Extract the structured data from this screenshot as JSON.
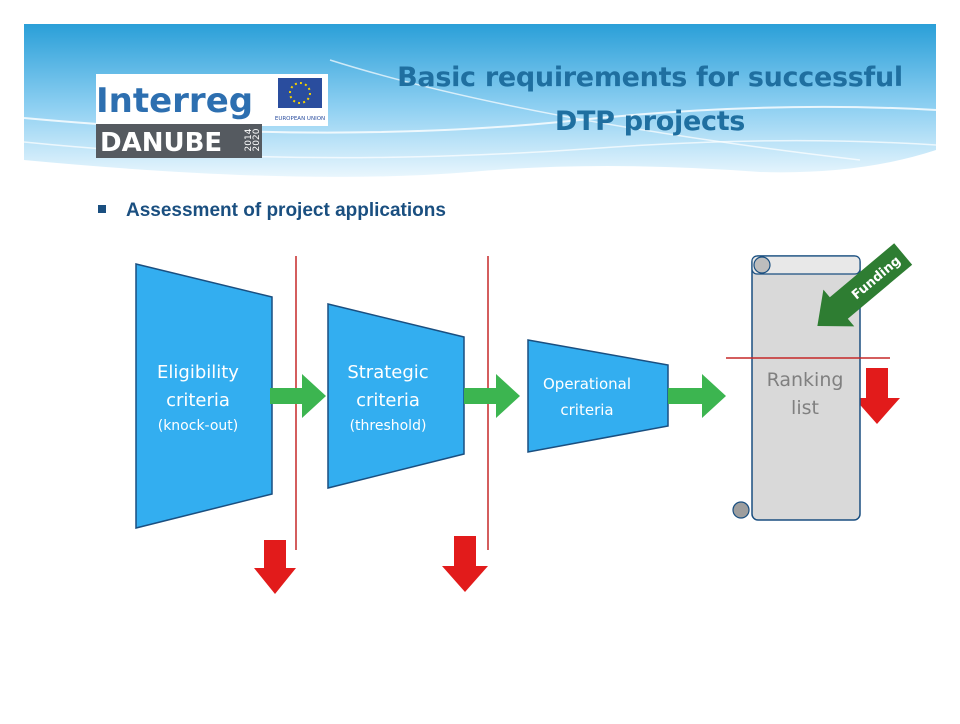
{
  "title_line1": "Basic requirements for successful",
  "title_line2": "DTP projects",
  "bullet": "Assessment of project applications",
  "logo": {
    "brand": "Interreg",
    "program": "DANUBE",
    "year_top": "2014",
    "year_bottom": "2020",
    "eu_label": "EUROPEAN UNION"
  },
  "stages": [
    {
      "line1": "Eligibility",
      "line2": "criteria",
      "line3": "(knock-out)"
    },
    {
      "line1": "Strategic",
      "line2": "criteria",
      "line3": "(threshold)"
    },
    {
      "line1": "Operational",
      "line2": "criteria"
    }
  ],
  "ranking": {
    "line1": "Ranking",
    "line2": "list"
  },
  "funding_label": "Funding",
  "colors": {
    "title": "#1f6fa0",
    "stage_fill": "#33aef0",
    "stage_stroke": "#1a4f80",
    "arrow_green": "#3cb550",
    "arrow_red": "#e21b1b",
    "line_red": "#c62828",
    "scroll_fill": "#d9d9d9",
    "funding_green": "#2e7d32"
  }
}
